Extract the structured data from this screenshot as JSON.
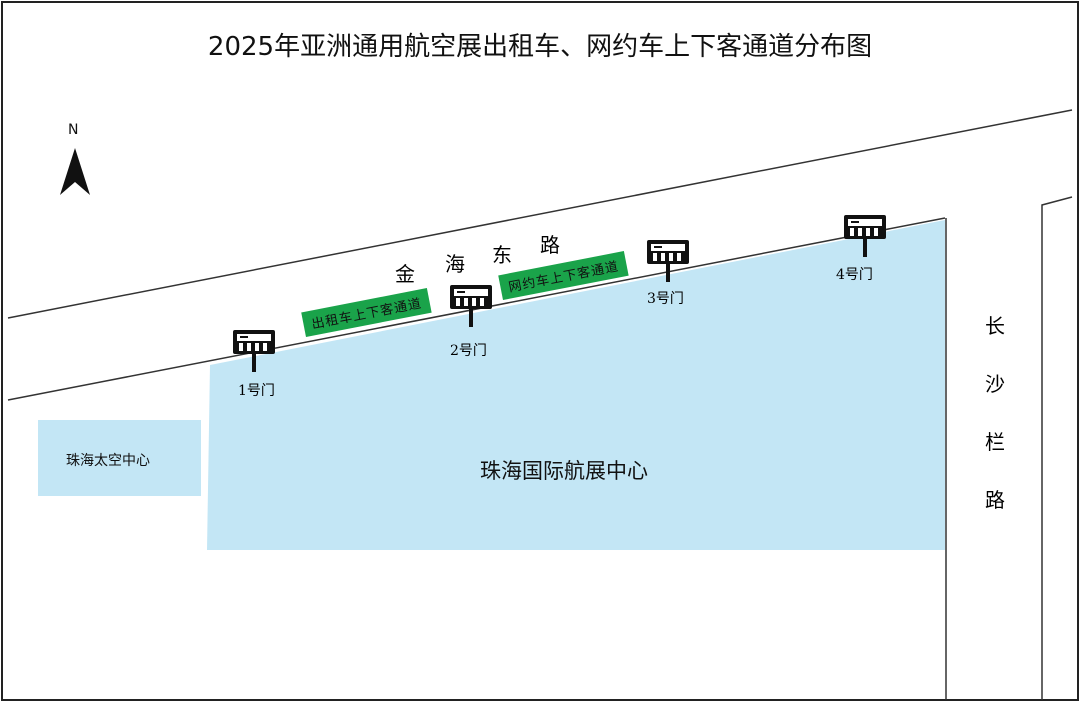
{
  "title": "2025年亚洲通用航空展出租车、网约车上下客通道分布图",
  "north_label": "N",
  "roads": {
    "jinhai_east": [
      "金",
      "海",
      "东",
      "路"
    ],
    "changsha_lan": [
      "长",
      "沙",
      "栏",
      "路"
    ]
  },
  "lanes": {
    "taxi": "出租车上下客通道",
    "ride_hailing": "网约车上下客通道"
  },
  "gates": [
    "1号门",
    "2号门",
    "3号门",
    "4号门"
  ],
  "buildings": {
    "exhibition_center": "珠海国际航展中心",
    "space_center": "珠海太空中心"
  },
  "colors": {
    "building": "#c3e6f5",
    "lane": "#1aa34a"
  }
}
